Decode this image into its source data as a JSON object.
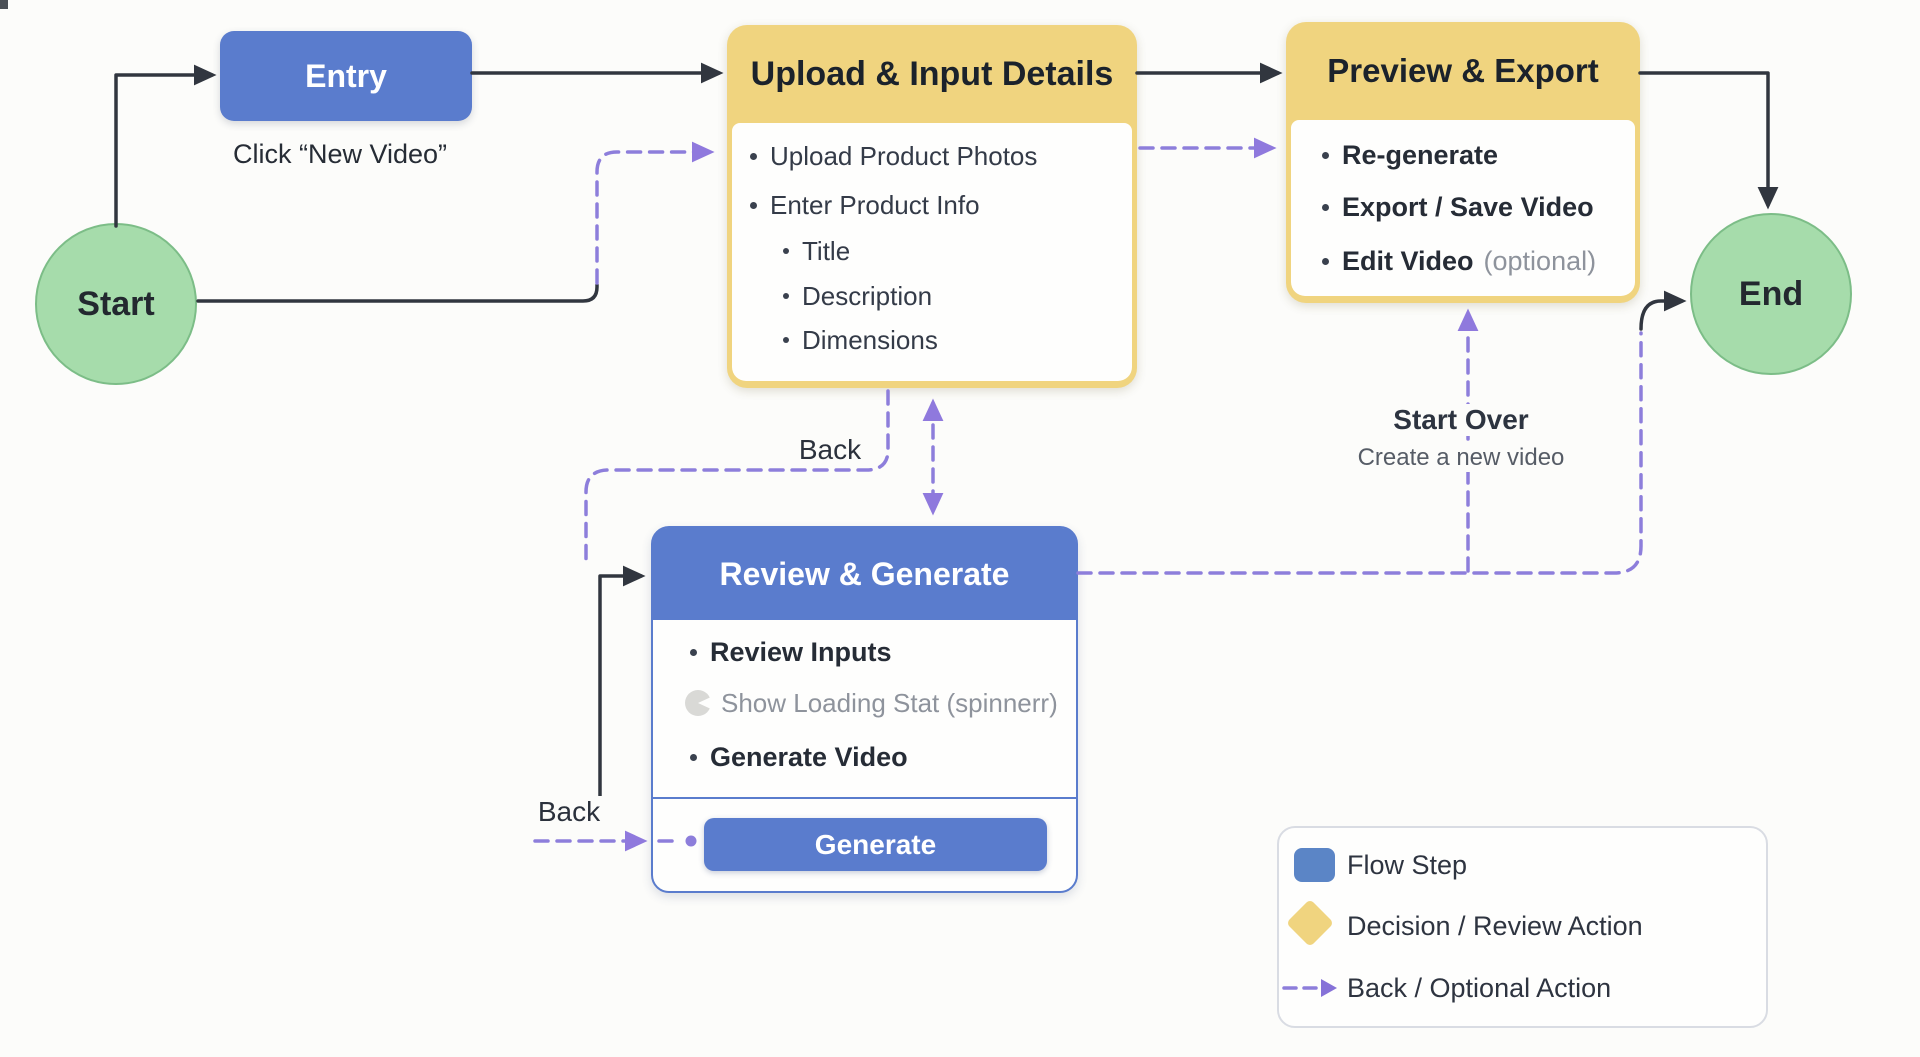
{
  "palette": {
    "flow_blue": "#5a7ccd",
    "decision_yellow": "#f0d47f",
    "terminal_green_fill": "#a6dcab",
    "terminal_green_border": "#7cbd87",
    "back_purple": "#8d7edb",
    "arrow_dark": "#31363f",
    "muted_gray_text": "#8e939c"
  },
  "start": {
    "label": "Start"
  },
  "entry": {
    "title": "Entry",
    "caption": "Click “New Video”"
  },
  "upload": {
    "title": "Upload & Input Details",
    "items": [
      "Upload Product Photos",
      "Enter Product Info"
    ],
    "subitems": [
      "Title",
      "Description",
      "Dimensions"
    ]
  },
  "preview": {
    "title": "Preview & Export",
    "items": [
      "Re-generate",
      "Export / Save Video"
    ],
    "optional_item": {
      "label": "Edit Video",
      "note": "(optional)"
    }
  },
  "review": {
    "title": "Review & Generate",
    "item_review": "Review Inputs",
    "loading_status": "Show Loading Stat (spinnerr)",
    "item_generate": "Generate Video",
    "button_label": "Generate"
  },
  "end": {
    "label": "End"
  },
  "labels": {
    "back_top": "Back",
    "back_bottom": "Back",
    "start_over": "Start Over",
    "start_over_caption": "Create a new video"
  },
  "legend": {
    "flow_step": "Flow Step",
    "decision": "Decision / Review Action",
    "back_optional": "Back / Optional Action"
  }
}
